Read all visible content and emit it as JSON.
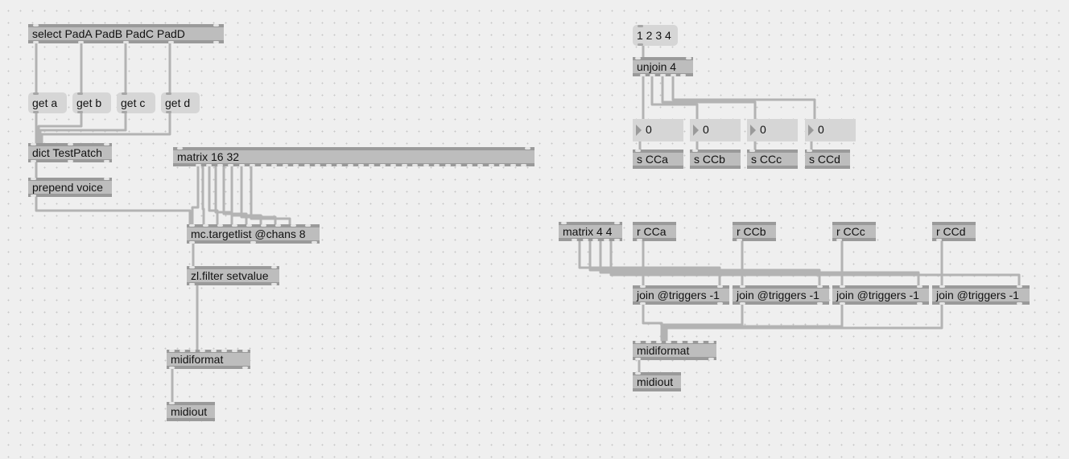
{
  "patch": {
    "select_pads": "select PadA PadB PadC PadD",
    "get_a": "get a",
    "get_b": "get b",
    "get_c": "get c",
    "get_d": "get d",
    "dict": "dict TestPatch",
    "prepend": "prepend voice",
    "matrix_main": "matrix 16 32",
    "targetlist": "mc.targetlist @chans 8",
    "zlfilter": "zl.filter setvalue",
    "midiformat_left": "midiformat",
    "midiout_left": "midiout",
    "list_msg": "1 2 3 4",
    "unjoin": "unjoin 4",
    "num_a": "0",
    "num_b": "0",
    "num_c": "0",
    "num_d": "0",
    "send_a": "s CCa",
    "send_b": "s CCb",
    "send_c": "s CCc",
    "send_d": "s CCd",
    "matrix_small": "matrix 4 4",
    "recv_a": "r CCa",
    "recv_b": "r CCb",
    "recv_c": "r CCc",
    "recv_d": "r CCd",
    "join_a": "join @triggers -1",
    "join_b": "join @triggers -1",
    "join_c": "join @triggers -1",
    "join_d": "join @triggers -1",
    "midiformat_right": "midiformat",
    "midiout_right": "midiout"
  },
  "colors": {
    "background": "#efefef",
    "object_box": "#bdbdbd",
    "message_box": "#d6d6d6",
    "patch_cord": "#b3b3b3"
  }
}
